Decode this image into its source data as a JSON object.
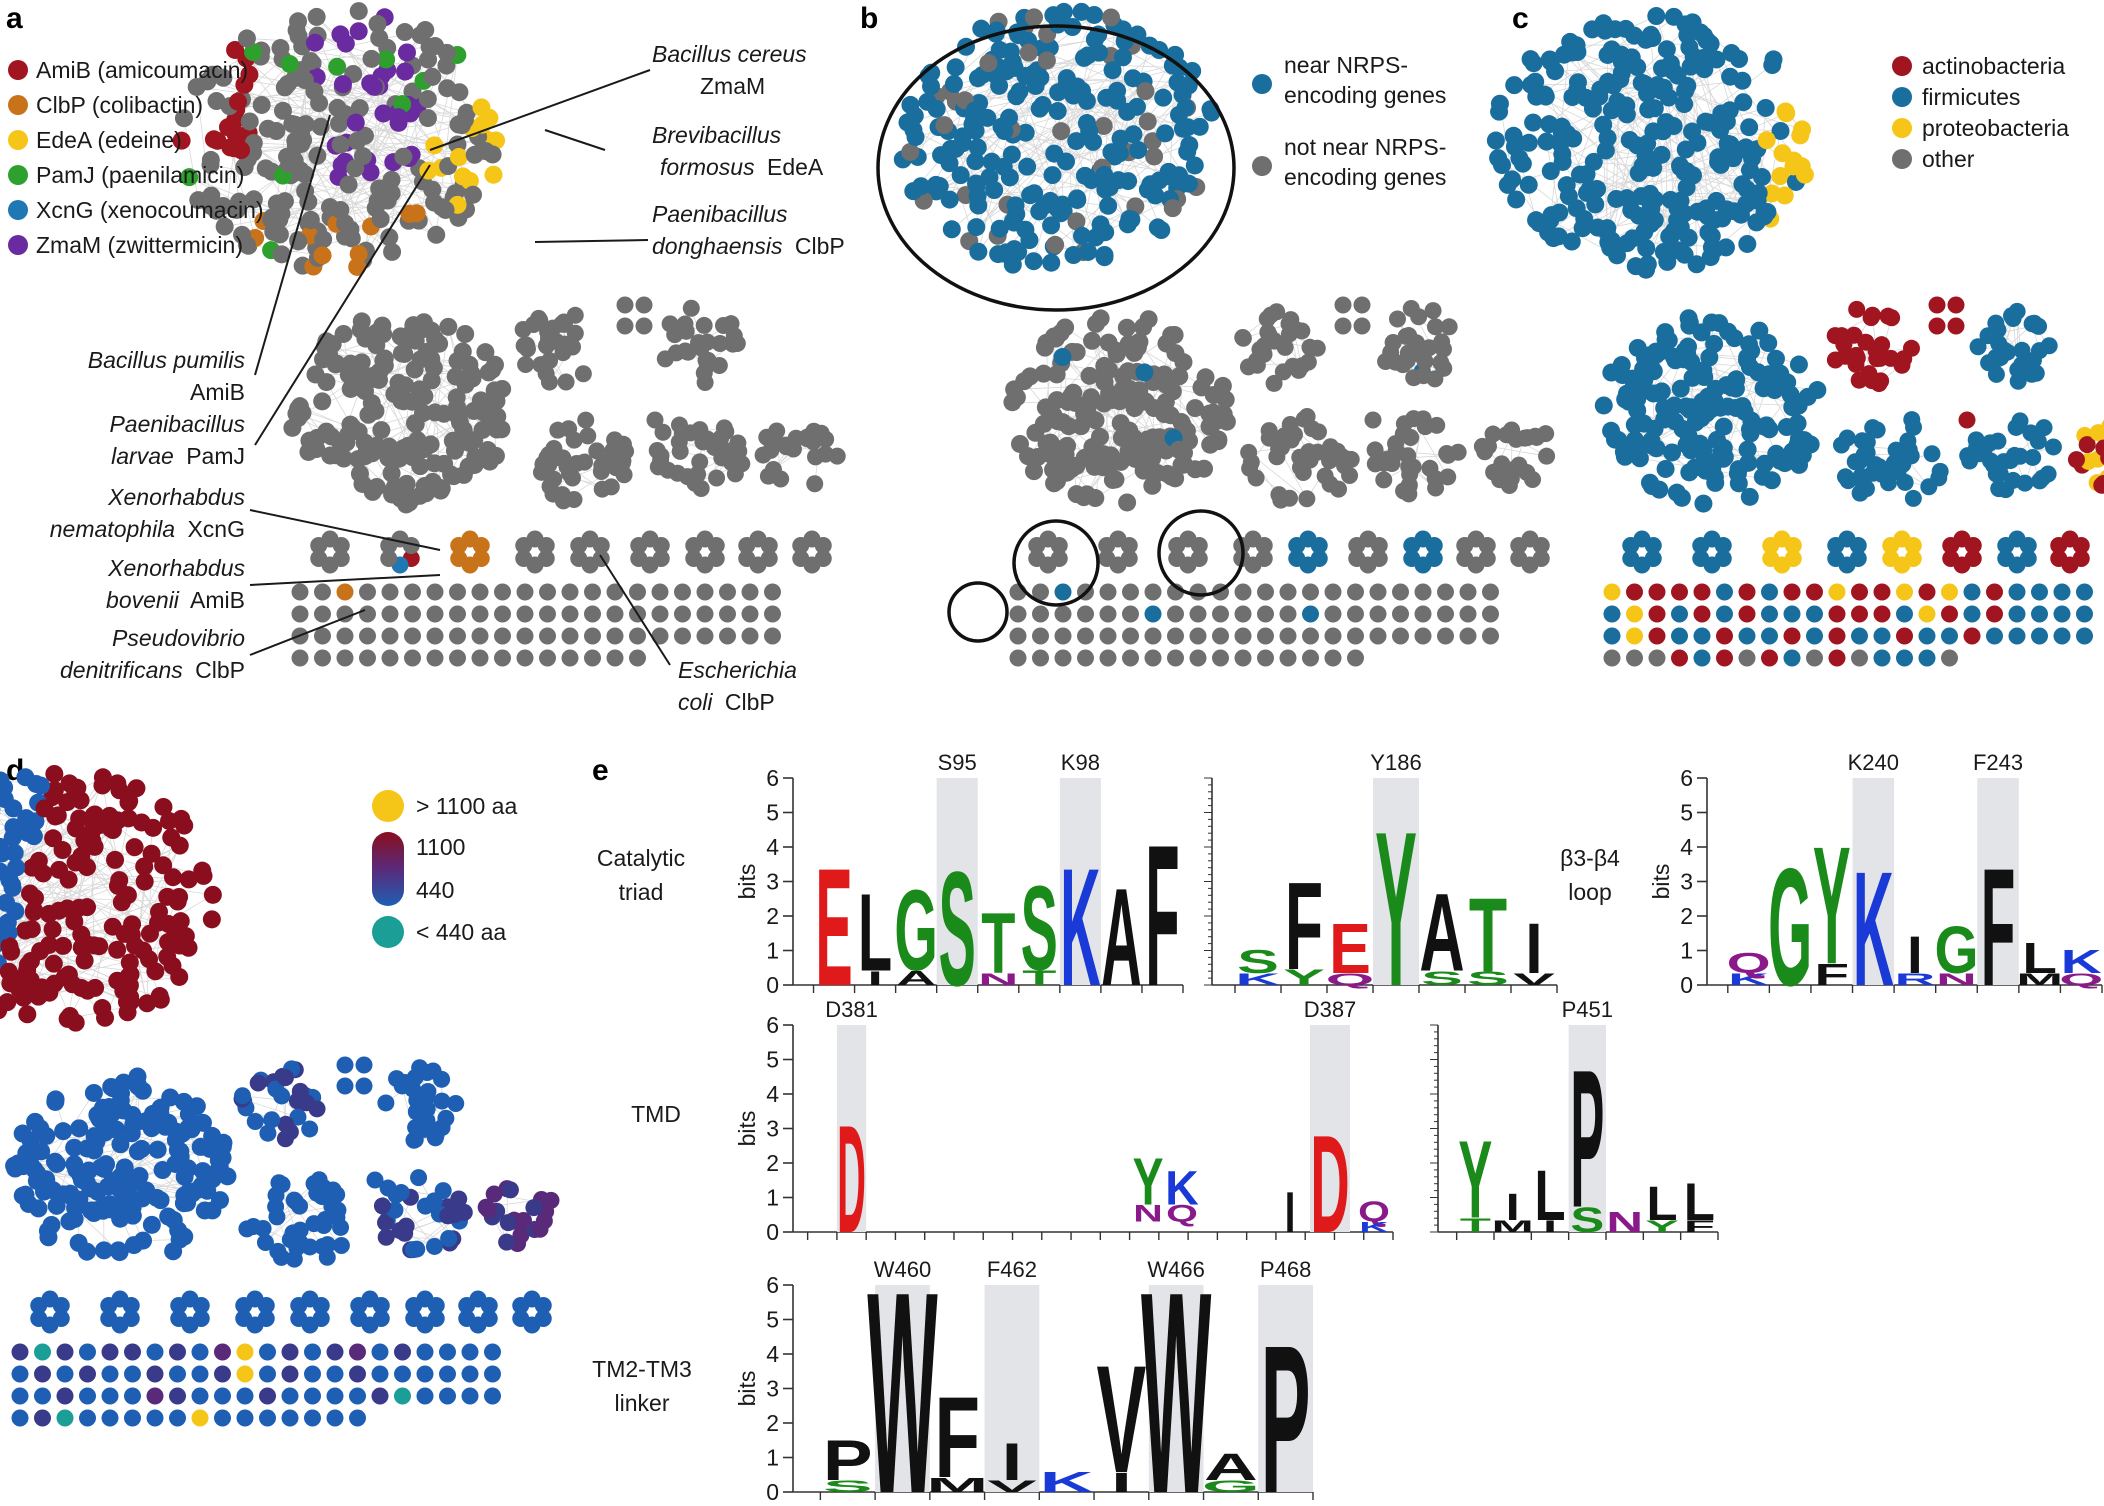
{
  "panels": [
    "a",
    "b",
    "c",
    "d",
    "e"
  ],
  "colors": {
    "grey": "#6f6f6f",
    "edge": "#d8d8d8",
    "red": "#a01520",
    "orange": "#c8731a",
    "yellow": "#f5c518",
    "green": "#2ea02e",
    "blue": "#1f77b4",
    "purple": "#6a2aa0",
    "nrps_blue": "#1a6e9e",
    "teal": "#1a9e96"
  },
  "panel_a": {
    "legend": [
      {
        "label": "AmiB (amicoumacin)",
        "color": "#a01520"
      },
      {
        "label": "ClbP (colibactin)",
        "color": "#c8731a"
      },
      {
        "label": "EdeA (edeine)",
        "color": "#f5c518"
      },
      {
        "label": "PamJ (paenilamicin)",
        "color": "#2ea02e"
      },
      {
        "label": "XcnG (xenocoumacin)",
        "color": "#1f77b4"
      },
      {
        "label": "ZmaM (zwittermicin)",
        "color": "#6a2aa0"
      }
    ],
    "annotations": {
      "bc_genus": "Bacillus cereus",
      "bc_gene": "ZmaM",
      "bf_genus": "Brevibacillus",
      "bf_species": "formosus",
      "bf_gene": "EdeA",
      "pd_genus": "Paenibacillus",
      "pd_species": "donghaensis",
      "pd_gene": "ClbP",
      "bp_genus": "Bacillus pumilis",
      "bp_gene": "AmiB",
      "pl_genus": "Paenibacillus",
      "pl_species": "larvae",
      "pl_gene": "PamJ",
      "xn_genus": "Xenorhabdus",
      "xn_species": "nematophila",
      "xn_gene": "XcnG",
      "xb_genus": "Xenorhabdus",
      "xb_species": "bovenii",
      "xb_gene": "AmiB",
      "pdn_genus": "Pseudovibrio",
      "pdn_species": "denitrificans",
      "pdn_gene": "ClbP",
      "ec_genus": "Escherichia",
      "ec_species": "coli",
      "ec_gene": "ClbP"
    }
  },
  "panel_b": {
    "legend": [
      {
        "label_1": "near NRPS-",
        "label_2": "encoding genes",
        "color": "#1a6e9e"
      },
      {
        "label_1": "not near NRPS-",
        "label_2": "encoding genes",
        "color": "#6f6f6f"
      }
    ]
  },
  "panel_c": {
    "legend": [
      {
        "label": "actinobacteria",
        "color": "#a01520"
      },
      {
        "label": "firmicutes",
        "color": "#1a6e9e"
      },
      {
        "label": "proteobacteria",
        "color": "#f5c518"
      },
      {
        "label": "other",
        "color": "#6f6f6f"
      }
    ]
  },
  "panel_d": {
    "legend_top": "> 1100 aa",
    "legend_1100": "1100",
    "legend_440": "440",
    "legend_bottom": "< 440 aa"
  },
  "panel_e": {
    "ylabel": "bits",
    "yticks": [
      "0",
      "1",
      "2",
      "3",
      "4",
      "5",
      "6"
    ],
    "row_labels": {
      "catalytic_1": "Catalytic",
      "catalytic_2": "triad",
      "loop_1": "β3-β4",
      "loop_2": "loop",
      "tmd": "TMD",
      "linker_1": "TM2-TM3",
      "linker_2": "linker"
    },
    "positions": {
      "s95": "S95",
      "k98": "K98",
      "y186": "Y186",
      "k240": "K240",
      "f243": "F243",
      "d381": "D381",
      "d387": "D387",
      "p451": "P451",
      "w460": "W460",
      "f462": "F462",
      "w466": "W466",
      "p468": "P468"
    },
    "logos": {
      "logo1": [
        "E",
        "L",
        "G",
        "S",
        "T",
        "S",
        "K",
        "A",
        "F"
      ],
      "logo1_sub": [
        "",
        "I",
        "A",
        "",
        "N",
        "T",
        "",
        "",
        ""
      ],
      "logo2": [
        "S",
        "F",
        "E",
        "Y",
        "A",
        "T",
        "I"
      ],
      "logo2_sub": [
        "K",
        "Y",
        "Q",
        "",
        "S",
        "S",
        "V"
      ],
      "logo3": [
        "Q",
        "G",
        "Y",
        "K",
        "I",
        "G",
        "F",
        "L",
        "K"
      ],
      "logo3_sub": [
        "K",
        "",
        "F",
        "",
        "R",
        "N",
        "",
        "M",
        "Q"
      ],
      "logo4a": [
        "D"
      ],
      "logo4b": [
        "Y",
        "K",
        "I",
        "D",
        "Q"
      ],
      "logo4b_sub": [
        "N",
        "Q",
        "T",
        "",
        "K"
      ],
      "logo5": [
        "Y",
        "I",
        "L",
        "P",
        "N",
        "L",
        "L"
      ],
      "logo5_sub": [
        "T",
        "M",
        "I",
        "S",
        "",
        "Y",
        "F"
      ],
      "logo6": [
        "P",
        "W",
        "F",
        "I",
        "K",
        "V",
        "W",
        "A",
        "P"
      ],
      "logo6_sub": [
        "S",
        "",
        "M",
        "V",
        "",
        "I",
        "",
        "G",
        ""
      ]
    }
  }
}
